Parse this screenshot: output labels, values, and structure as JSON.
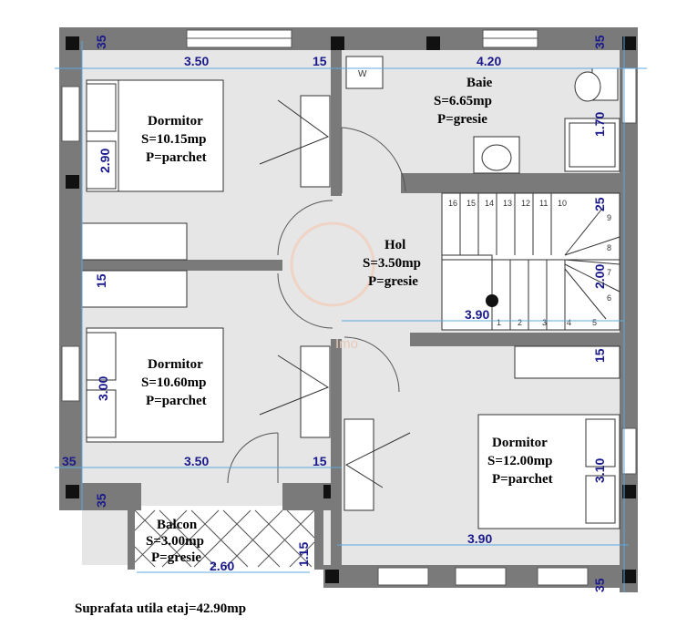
{
  "rooms": {
    "dormitor1": {
      "name": "Dormitor",
      "area": "S=10.15mp",
      "floor": "P=parchet"
    },
    "baie": {
      "name": "Baie",
      "area": "S=6.65mp",
      "floor": "P=gresie"
    },
    "hol": {
      "name": "Hol",
      "area": "S=3.50mp",
      "floor": "P=gresie"
    },
    "dormitor2": {
      "name": "Dormitor",
      "area": "S=10.60mp",
      "floor": "P=parchet"
    },
    "dormitor3": {
      "name": "Dormitor",
      "area": "S=12.00mp",
      "floor": "P=parchet"
    },
    "balcon": {
      "name": "Balcon",
      "area": "S=3.00mp",
      "floor": "P=gresie"
    }
  },
  "dimensions": {
    "top_left": "35",
    "top_right": "35",
    "dormitor1_width": "3.50",
    "wall_15_top": "15",
    "baie_width": "4.20",
    "baie_side": "1.70",
    "dormitor1_depth": "2.90",
    "stair_25": "25",
    "stair_200": "2.00",
    "hol_width": "3.90",
    "wall_15_left": "15",
    "wall_15_right": "15",
    "dormitor2_depth": "3.00",
    "bottom_left_35": "35",
    "dormitor2_width": "3.50",
    "wall_15_mid": "15",
    "dormitor3_depth": "3.10",
    "balcon_left_35": "35",
    "balcon_depth": "1.15",
    "balcon_width": "2.60",
    "dormitor3_width": "3.90",
    "bottom_right_35": "35"
  },
  "stair_numbers": [
    "16",
    "15",
    "14",
    "13",
    "12",
    "11",
    "10",
    "9",
    "8",
    "7",
    "6",
    "5",
    "4",
    "3",
    "2",
    "1"
  ],
  "toilet_mark": "W",
  "watermark": "Imo",
  "footer": "Suprafata utila etaj=42.90mp"
}
